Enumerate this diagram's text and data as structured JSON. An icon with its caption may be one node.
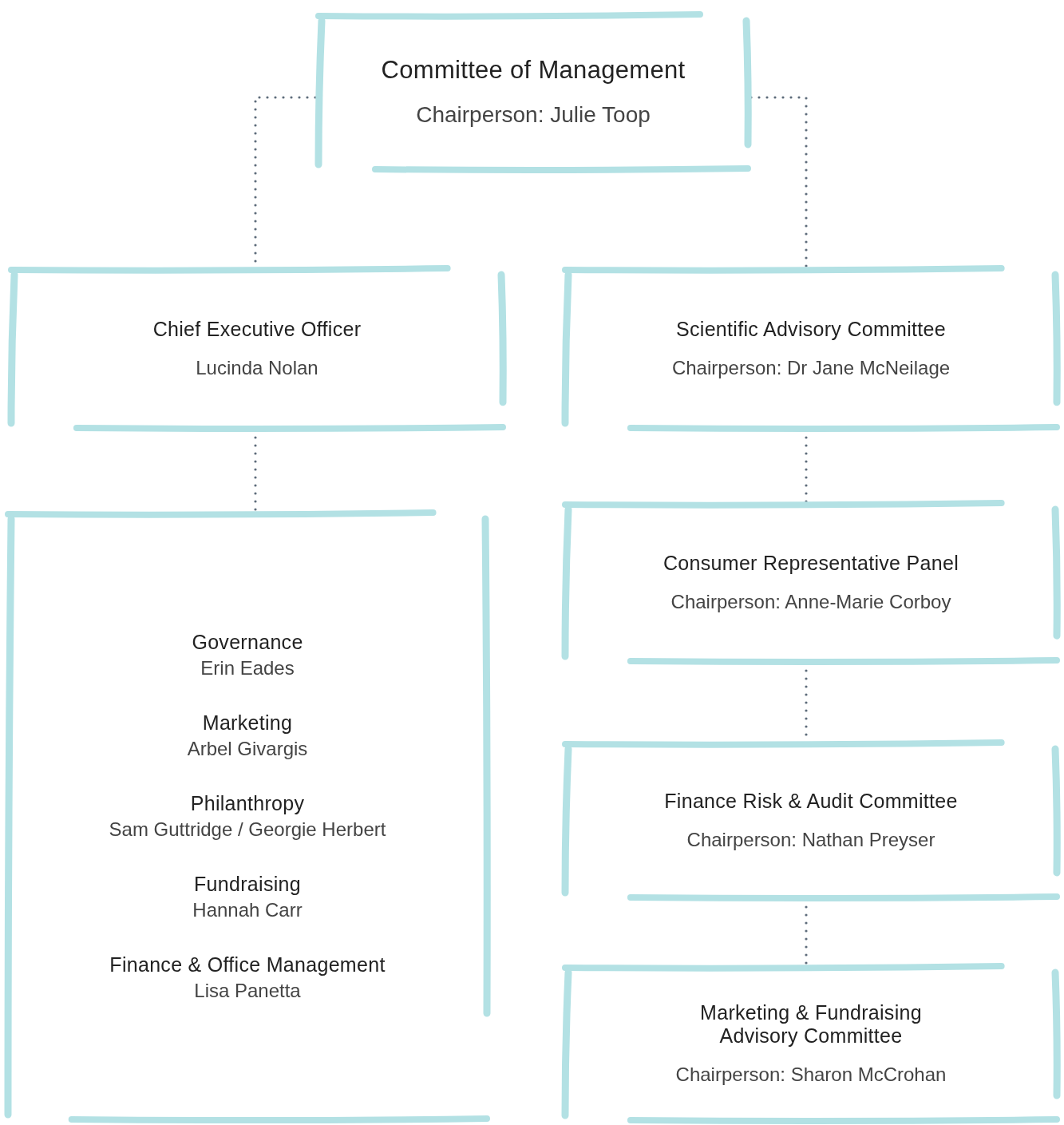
{
  "diagram": {
    "nodes": [
      {
        "text": [
          "Committee of Management",
          "Chairperson: Julie Toop"
        ]
      },
      {
        "text": [
          "Chief Executive Officer",
          "Lucinda Nolan"
        ]
      },
      {
        "text": [
          "Scientific Advisory Committee",
          "Chairperson: Dr Jane McNeilage"
        ]
      },
      {
        "text": [
          "Governance",
          "Erin Eades",
          "Marketing",
          "Arbel Givargis",
          "Philanthropy",
          "Sam Guttridge / Georgie Herbert",
          "Fundraising",
          "Hannah Carr",
          "Finance & Office Management",
          "Lisa Panetta"
        ]
      },
      {
        "text": [
          "Consumer Representative Panel",
          "Chairperson: Anne-Marie Corboy"
        ]
      },
      {
        "text": [
          "Finance Risk & Audit Committee",
          "Chairperson: Nathan Preyser"
        ]
      },
      {
        "text": [
          "Marketing & Fundraising Advisory Committee",
          "Chairperson: Sharon McCrohan"
        ]
      }
    ],
    "edges": [
      {
        "from": 0,
        "to": 1,
        "arrow": "none",
        "style": "dashed"
      },
      {
        "from": 0,
        "to": 2,
        "arrow": "none",
        "style": "dashed"
      },
      {
        "from": 1,
        "to": 3,
        "arrow": "none",
        "style": "dashed"
      },
      {
        "from": 2,
        "to": 4,
        "arrow": "none",
        "style": "dashed"
      },
      {
        "from": 4,
        "to": 5,
        "arrow": "none",
        "style": "dashed"
      },
      {
        "from": 5,
        "to": 6,
        "arrow": "none",
        "style": "dashed"
      }
    ]
  }
}
